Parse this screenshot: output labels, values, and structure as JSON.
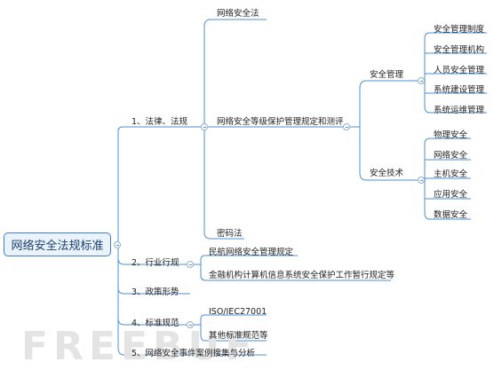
{
  "root": {
    "label": "网络安全法规标准"
  },
  "branches": {
    "law": {
      "label": "1、法律、法规",
      "cyber_law": "网络安全法",
      "mlps": "网络安全等级保护管理规定和测评",
      "crypto_law": "密码法",
      "management": {
        "label": "安全管理",
        "items": [
          "安全管理制度",
          "安全管理机构",
          "人员安全管理",
          "系统建设管理",
          "系统运维管理"
        ]
      },
      "technology": {
        "label": "安全技术",
        "items": [
          "物理安全",
          "网络安全",
          "主机安全",
          "应用安全",
          "数据安全"
        ]
      }
    },
    "industry": {
      "label": "2、行业行规",
      "items": [
        "民航网络安全管理规定",
        "金融机构计算机信息系统安全保护工作暂行规定等"
      ]
    },
    "policy": {
      "label": "3、政策形势"
    },
    "standards": {
      "label": "4、标准规范",
      "items": [
        "ISO/IEC27001",
        "其他标准规范等"
      ]
    },
    "cases": {
      "label": "5、网络安全事件案例搜集与分析"
    }
  },
  "watermark": "FREEBUF",
  "colors": {
    "line": "#4d8fd1",
    "root_border": "#3f7fc4",
    "root_fill": "#eaf3fc"
  }
}
